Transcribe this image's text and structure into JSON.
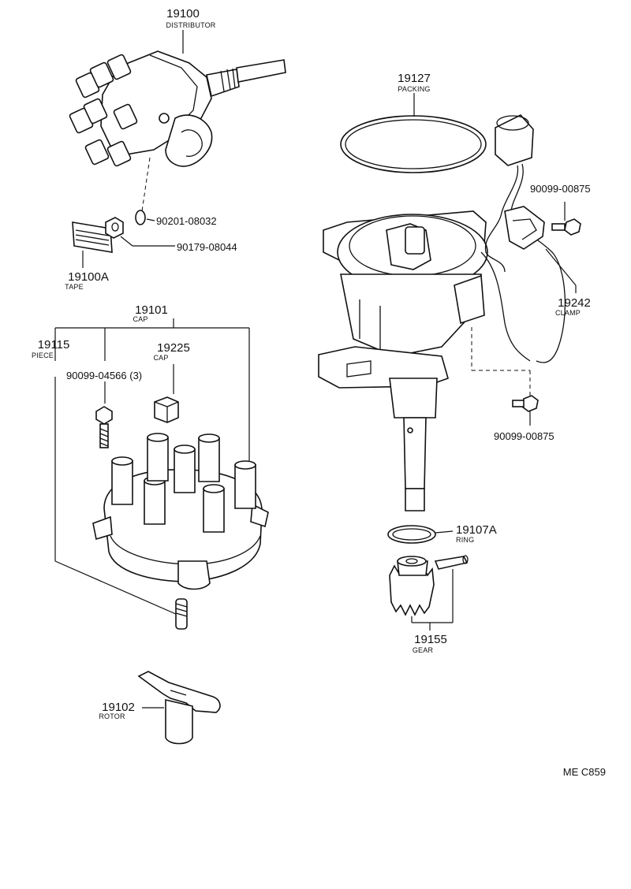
{
  "diagram_code": "ME C859",
  "callouts": {
    "distributor": {
      "number": "19100",
      "label": "DISTRIBUTOR"
    },
    "tape": {
      "number": "19100A",
      "label": "TAPE"
    },
    "washer_code": "90201-08032",
    "nut_code": "90179-08044",
    "cap_assy": {
      "number": "19101",
      "label": "CAP"
    },
    "piece": {
      "number": "19115",
      "label": "PIECE"
    },
    "cap_inner": {
      "number": "19225",
      "label": "CAP"
    },
    "cap_screw": "90099-04566 (3)",
    "rotor": {
      "number": "19102",
      "label": "ROTOR"
    },
    "packing": {
      "number": "19127",
      "label": "PACKING"
    },
    "clamp_screw_top": "90099-00875",
    "clamp": {
      "number": "19242",
      "label": "CLAMP"
    },
    "clamp_screw_bottom": "90099-00875",
    "ring": {
      "number": "19107A",
      "label": "RING"
    },
    "gear": {
      "number": "19155",
      "label": "GEAR"
    }
  }
}
